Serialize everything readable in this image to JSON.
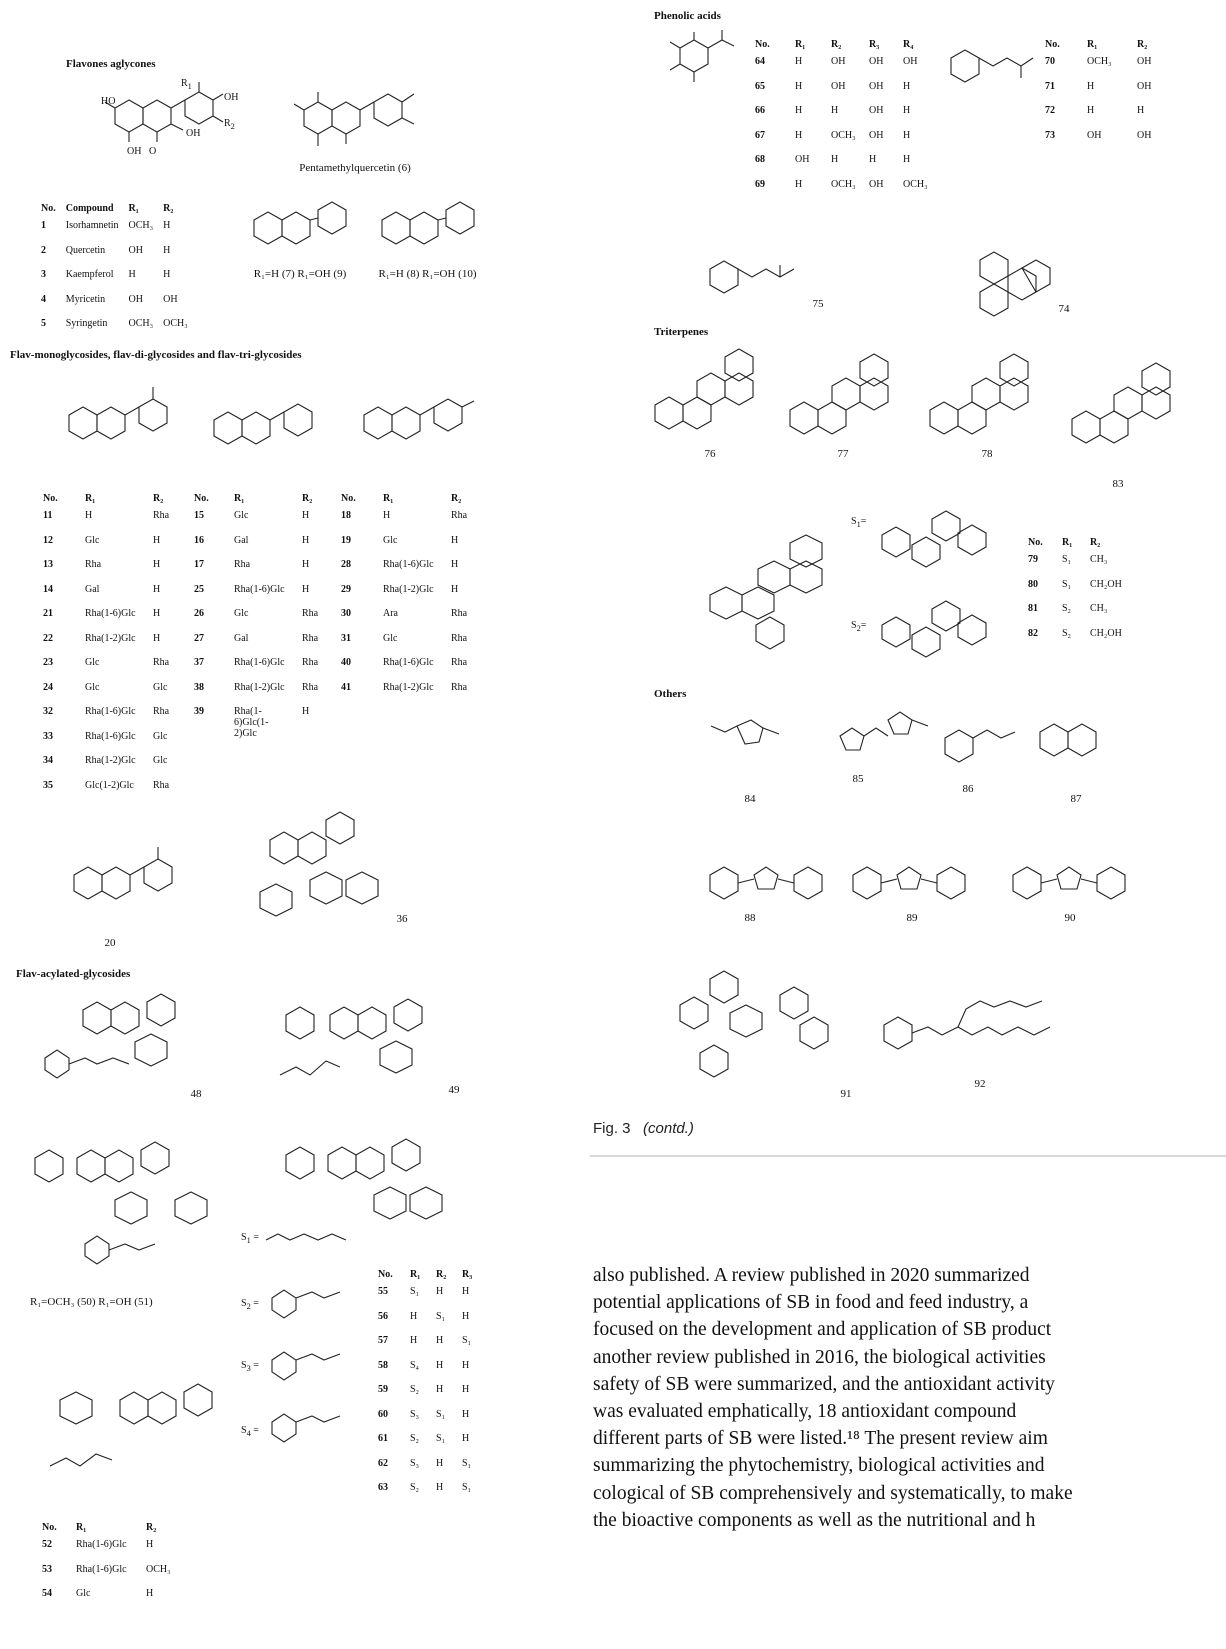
{
  "sections": {
    "flavones_aglycones": "Flavones aglycones",
    "flav_glycosides": "Flav-monoglycosides, flav-di-glycosides and flav-tri-glycosides",
    "flav_acylated": "Flav-acylated-glycosides",
    "phenolic_acids": "Phenolic acids",
    "triterpenes": "Triterpenes",
    "others": "Others"
  },
  "captions": {
    "pentamethylquercetin": "Pentamethylquercetin (6)",
    "c7_9": "R₁=H (7) R₁=OH (9)",
    "c8_10": "R₁=H (8) R₁=OH (10)",
    "c50_51": "R₁=OCH₃ (50)   R₁=OH (51)",
    "c20": "20",
    "c36": "36",
    "c48": "48",
    "c49": "49",
    "c75": "75",
    "c74": "74",
    "c76": "76",
    "c77": "77",
    "c78": "78",
    "c83": "83",
    "c84": "84",
    "c85": "85",
    "c86": "86",
    "c87": "87",
    "c88": "88",
    "c89": "89",
    "c90": "90",
    "c91": "91",
    "c92": "92"
  },
  "table_aglycones": {
    "headers": [
      "No.",
      "Compound",
      "R₁",
      "R₂"
    ],
    "rows": [
      [
        "1",
        "Isorhamnetin",
        "OCH₃",
        "H"
      ],
      [
        "2",
        "Quercetin",
        "OH",
        "H"
      ],
      [
        "3",
        "Kaempferol",
        "H",
        "H"
      ],
      [
        "4",
        "Myricetin",
        "OH",
        "OH"
      ],
      [
        "5",
        "Syringetin",
        "OCH₃",
        "OCH₃"
      ]
    ]
  },
  "table_gly_a": {
    "headers": [
      "No.",
      "R₁",
      "R₂"
    ],
    "rows": [
      [
        "11",
        "H",
        "Rha"
      ],
      [
        "12",
        "Glc",
        "H"
      ],
      [
        "13",
        "Rha",
        "H"
      ],
      [
        "14",
        "Gal",
        "H"
      ],
      [
        "21",
        "Rha(1-6)Glc",
        "H"
      ],
      [
        "22",
        "Rha(1-2)Glc",
        "H"
      ],
      [
        "23",
        "Glc",
        "Rha"
      ],
      [
        "24",
        "Glc",
        "Glc"
      ],
      [
        "32",
        "Rha(1-6)Glc",
        "Rha"
      ],
      [
        "33",
        "Rha(1-6)Glc",
        "Glc"
      ],
      [
        "34",
        "Rha(1-2)Glc",
        "Glc"
      ],
      [
        "35",
        "Glc(1-2)Glc",
        "Rha"
      ]
    ]
  },
  "table_gly_b": {
    "headers": [
      "No.",
      "R₁",
      "R₂"
    ],
    "rows": [
      [
        "15",
        "Glc",
        "H"
      ],
      [
        "16",
        "Gal",
        "H"
      ],
      [
        "17",
        "Rha",
        "H"
      ],
      [
        "25",
        "Rha(1-6)Glc",
        "H"
      ],
      [
        "26",
        "Glc",
        "Rha"
      ],
      [
        "27",
        "Gal",
        "Rha"
      ],
      [
        "37",
        "Rha(1-6)Glc",
        "Rha"
      ],
      [
        "38",
        "Rha(1-2)Glc",
        "Rha"
      ],
      [
        "39",
        "Rha(1-\n6)Glc(1-\n2)Glc",
        "H"
      ]
    ]
  },
  "table_gly_c": {
    "headers": [
      "No.",
      "R₁",
      "R₂"
    ],
    "rows": [
      [
        "18",
        "H",
        "Rha"
      ],
      [
        "19",
        "Glc",
        "H"
      ],
      [
        "28",
        "Rha(1-6)Glc",
        "H"
      ],
      [
        "29",
        "Rha(1-2)Glc",
        "H"
      ],
      [
        "30",
        "Ara",
        "Rha"
      ],
      [
        "31",
        "Glc",
        "Rha"
      ],
      [
        "40",
        "Rha(1-6)Glc",
        "Rha"
      ],
      [
        "41",
        "Rha(1-2)Glc",
        "Rha"
      ]
    ]
  },
  "table_acyl": {
    "headers": [
      "No.",
      "R₁",
      "R₂",
      "R₃"
    ],
    "rows": [
      [
        "55",
        "S₁",
        "H",
        "H"
      ],
      [
        "56",
        "H",
        "S₁",
        "H"
      ],
      [
        "57",
        "H",
        "H",
        "S₁"
      ],
      [
        "58",
        "S₄",
        "H",
        "H"
      ],
      [
        "59",
        "S₂",
        "H",
        "H"
      ],
      [
        "60",
        "S₃",
        "S₁",
        "H"
      ],
      [
        "61",
        "S₂",
        "S₁",
        "H"
      ],
      [
        "62",
        "S₃",
        "H",
        "S₁"
      ],
      [
        "63",
        "S₂",
        "H",
        "S₁"
      ]
    ]
  },
  "table_52": {
    "headers": [
      "No.",
      "R₁",
      "R₂"
    ],
    "rows": [
      [
        "52",
        "Rha(1-6)Glc",
        "H"
      ],
      [
        "53",
        "Rha(1-6)Glc",
        "OCH₃"
      ],
      [
        "54",
        "Glc",
        "H"
      ]
    ]
  },
  "table_phenolic_a": {
    "headers": [
      "No.",
      "R₁",
      "R₂",
      "R₃",
      "R₄"
    ],
    "rows": [
      [
        "64",
        "H",
        "OH",
        "OH",
        "OH"
      ],
      [
        "65",
        "H",
        "OH",
        "OH",
        "H"
      ],
      [
        "66",
        "H",
        "H",
        "OH",
        "H"
      ],
      [
        "67",
        "H",
        "OCH₃",
        "OH",
        "H"
      ],
      [
        "68",
        "OH",
        "H",
        "H",
        "H"
      ],
      [
        "69",
        "H",
        "OCH₃",
        "OH",
        "OCH₃"
      ]
    ]
  },
  "table_phenolic_b": {
    "headers": [
      "No.",
      "R₁",
      "R₂"
    ],
    "rows": [
      [
        "70",
        "OCH₃",
        "OH"
      ],
      [
        "71",
        "H",
        "OH"
      ],
      [
        "72",
        "H",
        "H"
      ],
      [
        "73",
        "OH",
        "OH"
      ]
    ]
  },
  "table_triterp": {
    "headers": [
      "No.",
      "R₁",
      "R₂"
    ],
    "rows": [
      [
        "79",
        "S₁",
        "CH₃"
      ],
      [
        "80",
        "S₁",
        "CH₂OH"
      ],
      [
        "81",
        "S₂",
        "CH₃"
      ],
      [
        "82",
        "S₂",
        "CH₂OH"
      ]
    ]
  },
  "figure_caption": {
    "label": "Fig. 3",
    "contd": "(contd.)"
  },
  "paragraph_lines": [
    "also published. A review published in 2020 summarized",
    "potential applications of SB in food and feed industry, a",
    "focused on the development and application of SB product",
    "another review published in 2016, the biological activities",
    "safety of SB were summarized, and the antioxidant activity",
    "was evaluated emphatically, 18 antioxidant compound",
    "different parts of SB were listed.¹⁸ The present review aim",
    "summarizing the phytochemistry, biological activities and",
    "cological of SB comprehensively and systematically, to make",
    "the bioactive components as well as the nutritional and h"
  ]
}
